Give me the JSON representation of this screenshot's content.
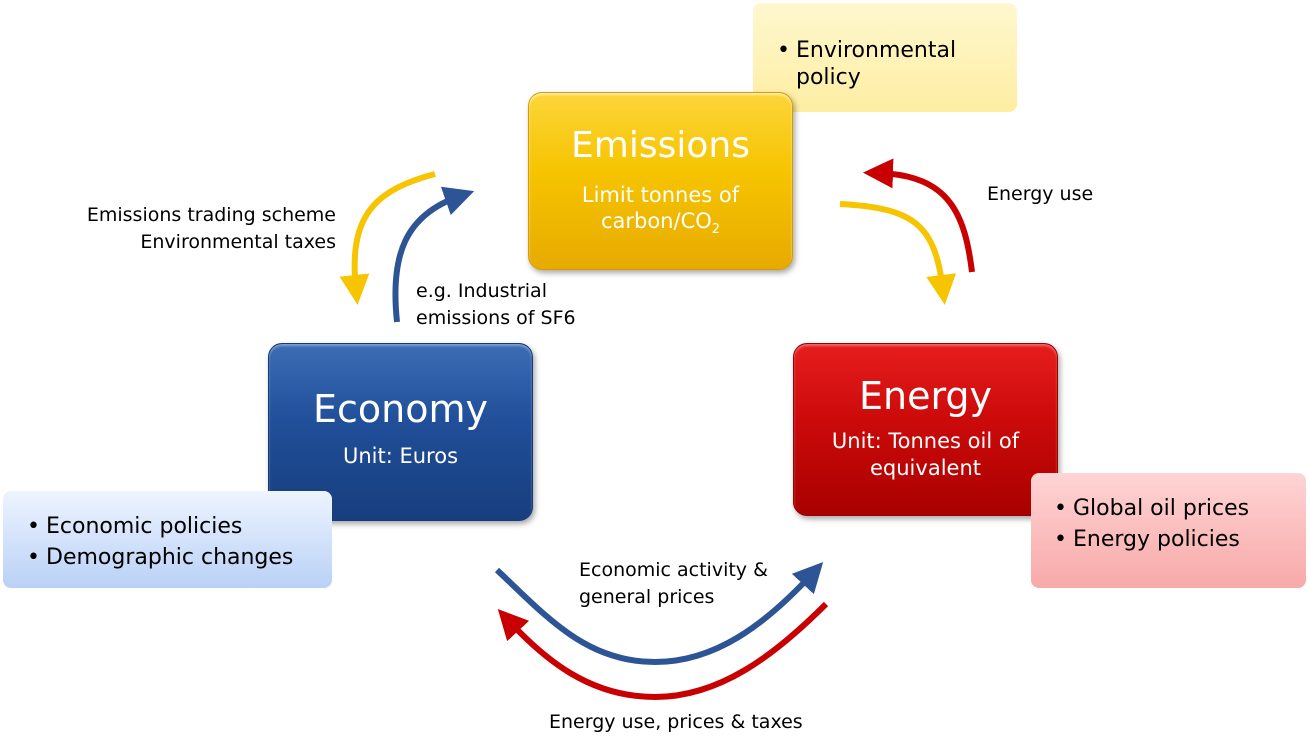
{
  "colors": {
    "yellow": "#f6c400",
    "blue": "#2d5596",
    "red": "#c80000"
  },
  "emissions": {
    "title": "Emissions",
    "line1": "Limit tonnes of",
    "line2_prefix": "carbon/CO",
    "line2_sub": "2"
  },
  "economy": {
    "title": "Economy",
    "unit": "Unit: Euros"
  },
  "energy": {
    "title": "Energy",
    "unit_line1": "Unit: Tonnes oil of",
    "unit_line2": "equivalent"
  },
  "environmental_note": {
    "items": [
      "Environmental",
      "policy"
    ]
  },
  "economy_note": {
    "items": [
      "Economic policies",
      "Demographic changes"
    ]
  },
  "energy_note": {
    "items": [
      "Global oil prices",
      "Energy policies"
    ]
  },
  "labels": {
    "trading_line1": "Emissions trading scheme",
    "trading_line2": "Environmental taxes",
    "industrial_line1": "e.g. Industrial",
    "industrial_line2": "emissions of SF6",
    "energy_use": "Energy use",
    "activity_line1": "Economic activity &",
    "activity_line2": "general prices",
    "prices_taxes": "Energy use, prices & taxes"
  }
}
